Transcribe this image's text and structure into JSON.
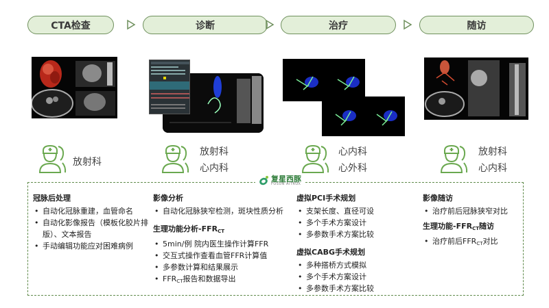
{
  "stages": [
    {
      "label": "CTA检查"
    },
    {
      "label": "诊断"
    },
    {
      "label": "治疗"
    },
    {
      "label": "随访"
    }
  ],
  "departments": [
    {
      "lines": [
        "放射科"
      ]
    },
    {
      "lines": [
        "放射科",
        "心内科"
      ]
    },
    {
      "lines": [
        "心内科",
        "心外科"
      ]
    },
    {
      "lines": [
        "放射科",
        "心内科"
      ]
    }
  ],
  "logo": {
    "cn": "复星西豚",
    "en": "FOSUN AITROX"
  },
  "columns": {
    "cta": {
      "sections": [
        {
          "title": "冠脉后处理",
          "items": [
            "自动化冠脉重建，血管命名",
            "自动化影像报告（模板化胶片排版）、文本报告",
            "手动编辑功能应对困难病例"
          ]
        }
      ]
    },
    "diagnosis": {
      "s1_title": "影像分析",
      "s1_items": [
        "自动化冠脉狭窄检测，斑块性质分析"
      ],
      "s2_title_main": "生理功能分析-FFR",
      "s2_title_sub": "CT",
      "s2_items": [
        "5min/例 院内医生操作计算FFR",
        "交互式操作查看血管FFR计算值",
        "多参数计算和结果展示"
      ],
      "s2_last_pre": "FFR",
      "s2_last_sub": "CT",
      "s2_last_post": "报告和数据导出"
    },
    "treatment": {
      "s1_title": "虚拟PCI手术规划",
      "s1_items": [
        "支架长度、直径可设",
        "多个手术方案设计",
        "多参数手术方案比较"
      ],
      "s2_title": "虚拟CABG手术规划",
      "s2_items": [
        "多种搭桥方式模拟",
        "多个手术方案设计",
        "多参数手术方案比较"
      ]
    },
    "followup": {
      "s1_title": "影像随访",
      "s1_items": [
        "治疗前后冠脉狭窄对比"
      ],
      "s2_title_pre": "生理功能-FFR",
      "s2_title_sub": "CT",
      "s2_title_post": "随访",
      "s2_item_pre": "治疗前后FFR",
      "s2_item_sub": "CT",
      "s2_item_post": "对比"
    }
  },
  "colors": {
    "pill_fill": "#e3efd9",
    "pill_border": "#6e8f5c",
    "icon_green": "#6aa84f",
    "dashed_border": "#5f8a4a"
  }
}
